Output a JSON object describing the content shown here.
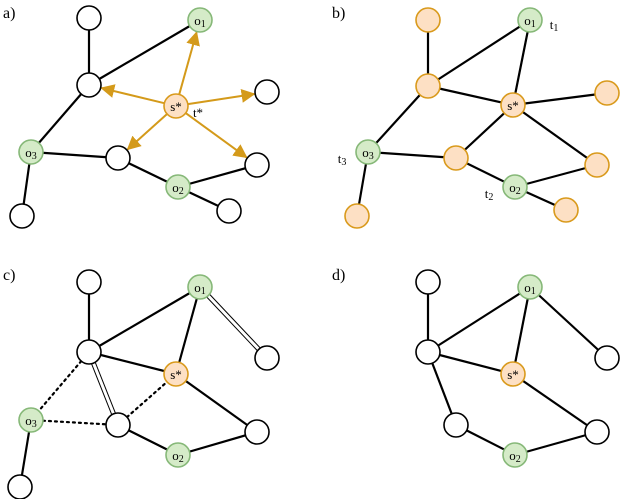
{
  "colors": {
    "edge": "#000000",
    "arrow": "#d49a1a",
    "node_white_fill": "#ffffff",
    "node_white_stroke": "#000000",
    "node_green_fill": "#d5ebc8",
    "node_green_stroke": "#86b878",
    "node_orange_fill": "#fde0c4",
    "node_orange_stroke": "#d99a1c"
  },
  "panels": [
    {
      "letter": "a)",
      "nodes": [
        {
          "id": "top",
          "kind": "white"
        },
        {
          "id": "o1",
          "kind": "green",
          "label": "o1"
        },
        {
          "id": "hub",
          "kind": "white"
        },
        {
          "id": "right",
          "kind": "white"
        },
        {
          "id": "s",
          "kind": "orange",
          "label": "s*"
        },
        {
          "id": "o3",
          "kind": "green",
          "label": "o3"
        },
        {
          "id": "mid",
          "kind": "white"
        },
        {
          "id": "rlow",
          "kind": "white"
        },
        {
          "id": "o2",
          "kind": "green",
          "label": "o2"
        },
        {
          "id": "leaf3",
          "kind": "white"
        },
        {
          "id": "leaf2",
          "kind": "white"
        }
      ],
      "edges": [
        [
          "top",
          "hub",
          "solid"
        ],
        [
          "hub",
          "o1",
          "solid"
        ],
        [
          "hub",
          "o3",
          "solid"
        ],
        [
          "o3",
          "leaf3",
          "solid"
        ],
        [
          "o3",
          "mid",
          "solid"
        ],
        [
          "mid",
          "o2",
          "solid"
        ],
        [
          "o2",
          "rlow",
          "solid"
        ],
        [
          "o2",
          "leaf2",
          "solid"
        ],
        [
          "s",
          "o1",
          "arrow"
        ],
        [
          "s",
          "hub",
          "arrow"
        ],
        [
          "s",
          "right",
          "arrow"
        ],
        [
          "s",
          "mid",
          "arrow"
        ],
        [
          "s",
          "rlow",
          "arrow"
        ]
      ],
      "t_labels": [
        {
          "text": "t*",
          "at": "s"
        }
      ]
    },
    {
      "letter": "b)",
      "nodes": [
        {
          "id": "top",
          "kind": "orange"
        },
        {
          "id": "o1",
          "kind": "green",
          "label": "o1"
        },
        {
          "id": "hub",
          "kind": "orange"
        },
        {
          "id": "right",
          "kind": "orange"
        },
        {
          "id": "s",
          "kind": "orange",
          "label": "s*"
        },
        {
          "id": "o3",
          "kind": "green",
          "label": "o3"
        },
        {
          "id": "mid",
          "kind": "orange"
        },
        {
          "id": "rlow",
          "kind": "orange"
        },
        {
          "id": "o2",
          "kind": "green",
          "label": "o2"
        },
        {
          "id": "leaf3",
          "kind": "orange"
        },
        {
          "id": "leaf2",
          "kind": "orange"
        }
      ],
      "edges": [
        [
          "top",
          "hub",
          "solid"
        ],
        [
          "hub",
          "o1",
          "solid"
        ],
        [
          "hub",
          "s",
          "solid"
        ],
        [
          "hub",
          "o3",
          "solid"
        ],
        [
          "o1",
          "s",
          "solid"
        ],
        [
          "s",
          "right",
          "solid"
        ],
        [
          "s",
          "mid",
          "solid"
        ],
        [
          "s",
          "rlow",
          "solid"
        ],
        [
          "o3",
          "mid",
          "solid"
        ],
        [
          "o3",
          "leaf3",
          "solid"
        ],
        [
          "mid",
          "o2",
          "solid"
        ],
        [
          "o2",
          "rlow",
          "solid"
        ],
        [
          "o2",
          "leaf2",
          "solid"
        ]
      ],
      "t_labels": [
        {
          "text": "t1",
          "at": "o1"
        },
        {
          "text": "t3",
          "at": "o3"
        },
        {
          "text": "t2",
          "at": "o2"
        }
      ]
    },
    {
      "letter": "c)",
      "nodes": [
        {
          "id": "top",
          "kind": "white"
        },
        {
          "id": "o1",
          "kind": "green",
          "label": "o1"
        },
        {
          "id": "hub",
          "kind": "white"
        },
        {
          "id": "right",
          "kind": "white"
        },
        {
          "id": "s",
          "kind": "orange",
          "label": "s*"
        },
        {
          "id": "o3",
          "kind": "green",
          "label": "o3"
        },
        {
          "id": "mid",
          "kind": "white"
        },
        {
          "id": "rlow",
          "kind": "white"
        },
        {
          "id": "o2",
          "kind": "green",
          "label": "o2"
        },
        {
          "id": "leaf3",
          "kind": "white"
        }
      ],
      "edges": [
        [
          "top",
          "hub",
          "solid"
        ],
        [
          "hub",
          "o1",
          "solid"
        ],
        [
          "hub",
          "s",
          "solid"
        ],
        [
          "o1",
          "s",
          "solid"
        ],
        [
          "o1",
          "right",
          "double"
        ],
        [
          "hub",
          "mid",
          "double"
        ],
        [
          "hub",
          "o3",
          "dotted"
        ],
        [
          "o3",
          "mid",
          "dotted"
        ],
        [
          "mid",
          "s",
          "dotted"
        ],
        [
          "o3",
          "leaf3",
          "solid"
        ],
        [
          "s",
          "rlow",
          "solid"
        ],
        [
          "mid",
          "o2",
          "solid"
        ],
        [
          "o2",
          "rlow",
          "solid"
        ]
      ],
      "t_labels": []
    },
    {
      "letter": "d)",
      "nodes": [
        {
          "id": "top",
          "kind": "white"
        },
        {
          "id": "o1",
          "kind": "green",
          "label": "o1"
        },
        {
          "id": "hub",
          "kind": "white"
        },
        {
          "id": "right",
          "kind": "white"
        },
        {
          "id": "s",
          "kind": "orange",
          "label": "s*"
        },
        {
          "id": "mid",
          "kind": "white"
        },
        {
          "id": "rlow",
          "kind": "white"
        },
        {
          "id": "o2",
          "kind": "green",
          "label": "o2"
        }
      ],
      "edges": [
        [
          "top",
          "hub",
          "solid"
        ],
        [
          "hub",
          "o1",
          "solid"
        ],
        [
          "hub",
          "s",
          "solid"
        ],
        [
          "o1",
          "s",
          "solid"
        ],
        [
          "o1",
          "right",
          "solid"
        ],
        [
          "hub",
          "mid",
          "solid"
        ],
        [
          "s",
          "rlow",
          "solid"
        ],
        [
          "mid",
          "o2",
          "solid"
        ],
        [
          "o2",
          "rlow",
          "solid"
        ]
      ],
      "t_labels": []
    }
  ]
}
